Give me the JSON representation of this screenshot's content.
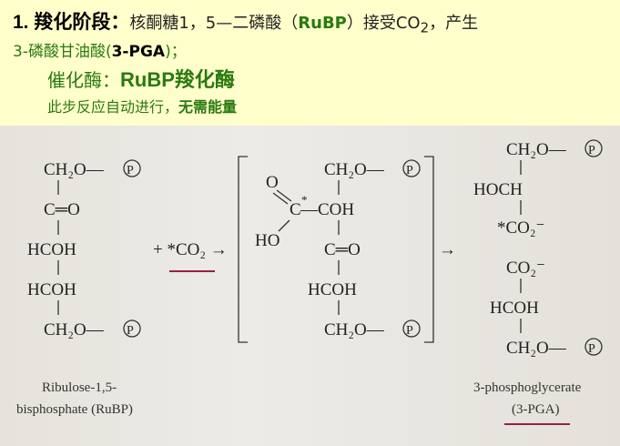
{
  "header": {
    "line1": {
      "step": "1. 羧化阶段：",
      "desc_a": "核酮糖1，5—二磷酸（",
      "rubp": "RuBP",
      "desc_b": "）接受CO",
      "sub2": "2",
      "desc_c": "，产生"
    },
    "line2": {
      "text": "3-磷酸甘油酸(",
      "bold": "3-PGA",
      "end": ")；"
    },
    "line3": {
      "label": "催化酶：",
      "enzyme": "RuBP羧化酶"
    },
    "line4": {
      "text": "此步反应自动进行，",
      "bold": "无需能量"
    }
  },
  "figure": {
    "left_mol": [
      "CH₂O—",
      "C═O",
      "HCOH",
      "HCOH",
      "CH₂O—"
    ],
    "phosphate": "P",
    "co2": "+ *CO₂ →",
    "inter": {
      "o": "O",
      "c": "C",
      "star": "*",
      "ho": "HO",
      "coh": "—COH",
      "top": "CH₂O—",
      "co": "C═O",
      "hcoh": "HCOH",
      "bot": "CH₂O—"
    },
    "arrow2": "→",
    "right_top": [
      "CH₂O—",
      "HOCH",
      "*CO₂⁻"
    ],
    "right_bot": [
      "CO₂⁻",
      "HCOH",
      "CH₂O—"
    ],
    "caption_left": [
      "Ribulose-1,5-",
      "bisphosphate (RuBP)"
    ],
    "caption_right": [
      "3-phosphoglycerate",
      "(3-PGA)"
    ],
    "colors": {
      "underline": "#9a1f4a",
      "green": "#2a7a10"
    }
  }
}
